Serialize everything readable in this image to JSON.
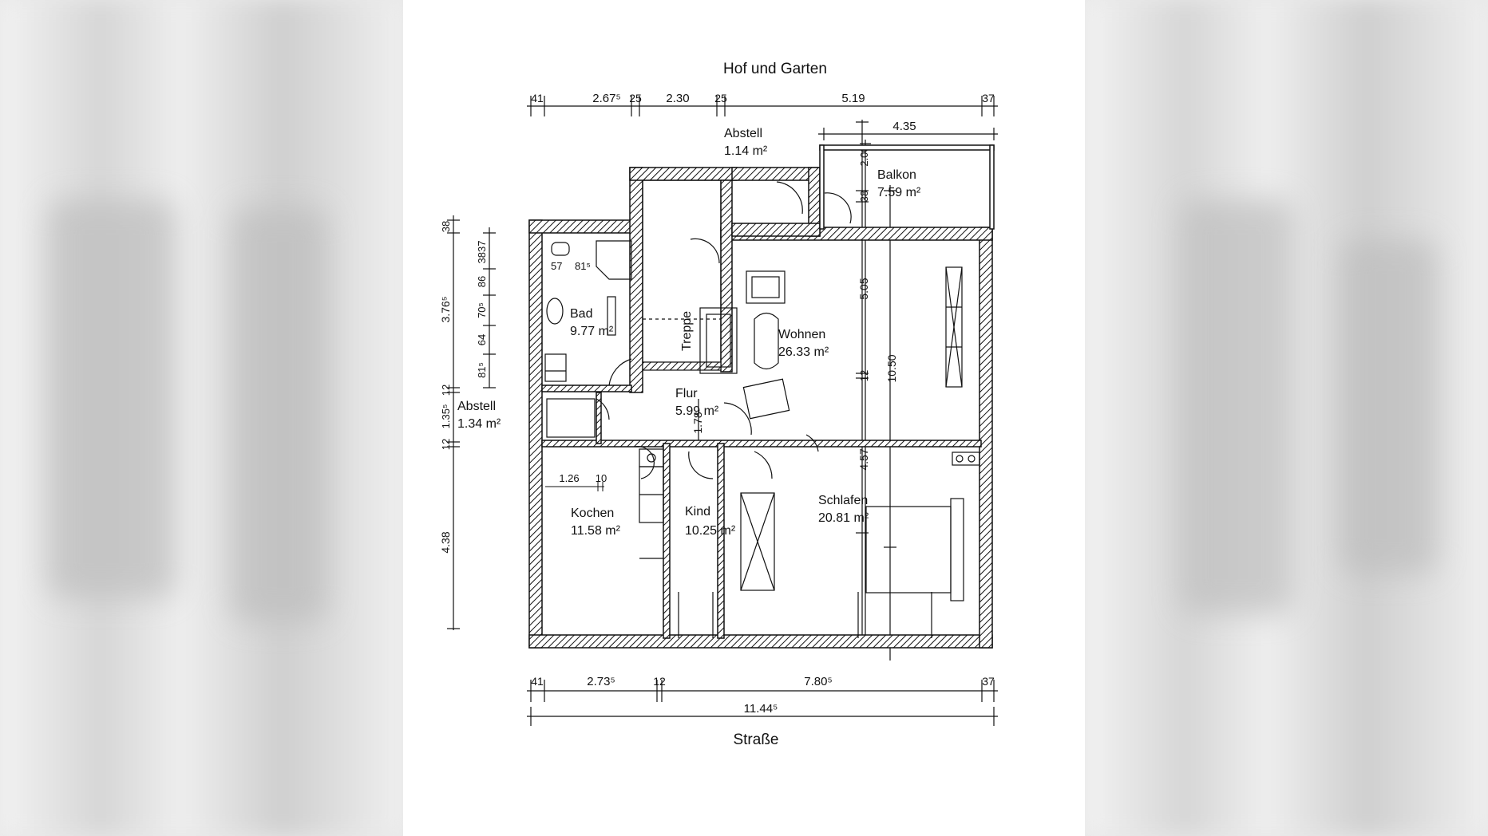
{
  "title_top": "Hof und Garten",
  "title_bottom": "Straße",
  "rooms": {
    "abstell_top": {
      "name": "Abstell",
      "area": "1.14 m²"
    },
    "balkon": {
      "name": "Balkon",
      "area": "7.59 m²"
    },
    "bad": {
      "name": "Bad",
      "area": "9.77 m²"
    },
    "treppe": {
      "name": "Treppe"
    },
    "wohnen": {
      "name": "Wohnen",
      "area": "26.33 m²"
    },
    "flur": {
      "name": "Flur",
      "area": "5.99 m²"
    },
    "abstell_left": {
      "name": "Abstell",
      "area": "1.34 m²"
    },
    "kochen": {
      "name": "Kochen",
      "area": "11.58 m²"
    },
    "kind": {
      "name": "Kind",
      "area": "10.25 m²"
    },
    "schlafen": {
      "name": "Schlafen",
      "area": "20.81 m²"
    }
  },
  "dims_top": [
    "41",
    "2.67⁵",
    "25",
    "2.30",
    "25",
    "5.19",
    "37"
  ],
  "dim_balkon_width": "4.35",
  "dims_bottom": [
    "41",
    "2.73⁵",
    "12",
    "7.80⁵",
    "37"
  ],
  "dim_total_width": "11.44⁵",
  "dims_left_outer": [
    "38",
    "3.76⁵",
    "12",
    "1.35⁵",
    "12",
    "4.38"
  ],
  "dims_left_inner": [
    "3837",
    "86",
    "70⁵",
    "64",
    "81⁵"
  ],
  "dims_right": [
    "2.00",
    "38",
    "5.05",
    "12",
    "4.57"
  ],
  "dim_total_height": "10.50",
  "bad_fixture_dims": [
    "57",
    "81⁵"
  ],
  "kochen_dims": [
    "1.26",
    "10"
  ],
  "flur_dim": "1.78"
}
